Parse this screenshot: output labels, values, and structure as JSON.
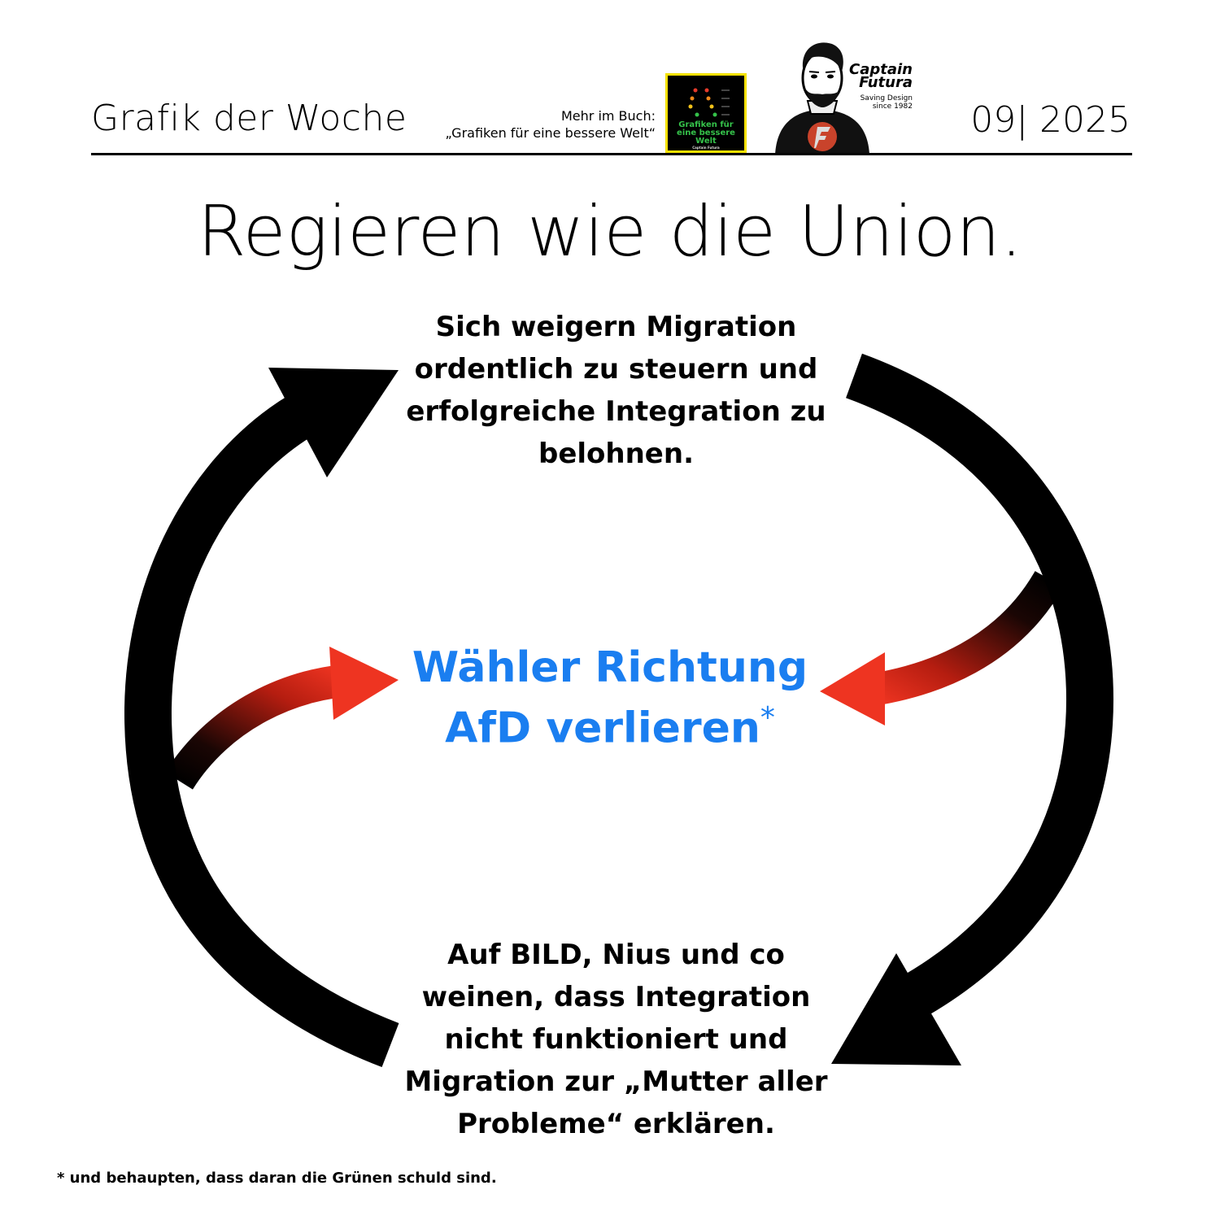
{
  "header": {
    "series_title": "Grafik der Woche",
    "book_note_line1": "Mehr im Buch:",
    "book_note_line2": "„Grafiken für eine bessere Welt“",
    "book_cover_title": "Grafiken für eine bessere Welt",
    "book_cover_author": "Captain Futura",
    "brand_name": "Captain Futura",
    "brand_tagline": "Saving Design since 1982",
    "issue": "09| 2025"
  },
  "title": "Regieren wie die Union.",
  "cycle": {
    "step_top": "Sich weigern Migration ordentlich zu steuern und erfolgreiche Integration zu belohnen.",
    "step_bottom": "Auf BILD, Nius und co weinen, dass Integration nicht funktioniert und Migration zur „Mutter aller Probleme“ erklären.",
    "center_line1": "Wähler Richtung",
    "center_line2": "AfD verlieren",
    "center_marker": "*"
  },
  "footnote": "* und behaupten, dass daran die Grünen schuld sind.",
  "colors": {
    "accent_blue": "#1a7ef0",
    "arrow_red": "#e8301c",
    "cover_yellow": "#f4e100",
    "cover_green": "#35c24a"
  }
}
